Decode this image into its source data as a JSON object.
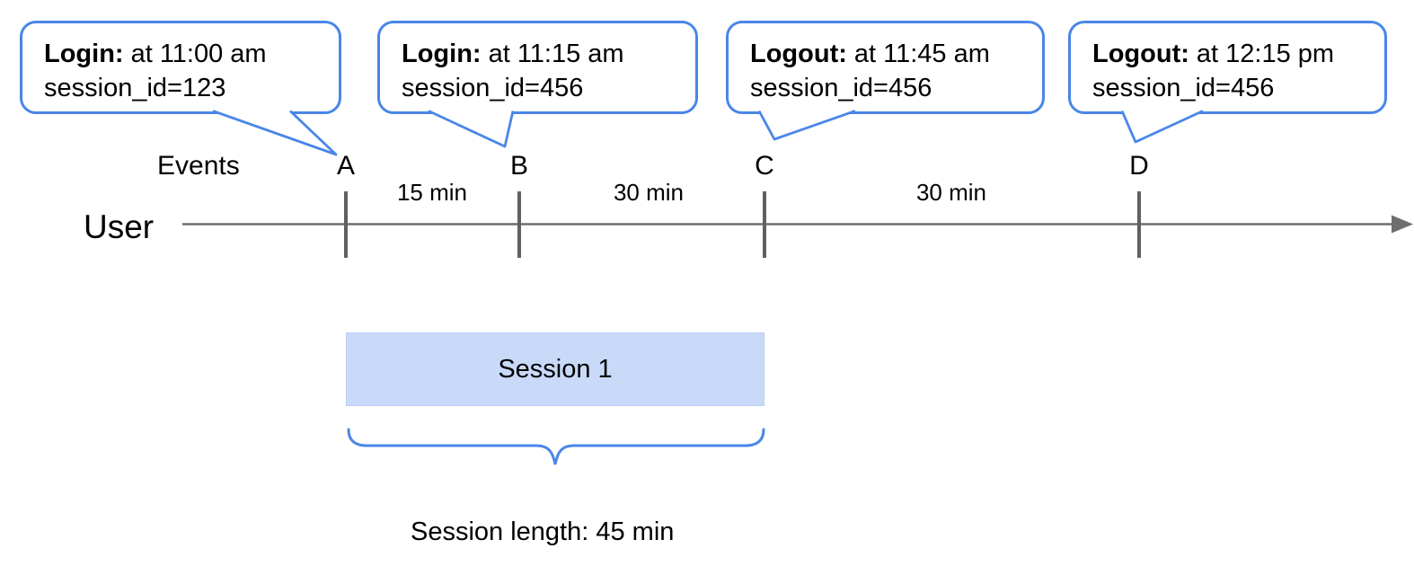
{
  "diagram": {
    "events": [
      {
        "tick": "A",
        "title_bold": "Login:",
        "title_rest": "at 11:00 am",
        "detail": "session_id=123"
      },
      {
        "tick": "B",
        "title_bold": "Login:",
        "title_rest": "at 11:15 am",
        "detail": "session_id=456"
      },
      {
        "tick": "C",
        "title_bold": "Logout:",
        "title_rest": "at 11:45 am",
        "detail": "session_id=456"
      },
      {
        "tick": "D",
        "title_bold": "Logout:",
        "title_rest": "at 12:15 pm",
        "detail": "session_id=456"
      }
    ],
    "timeline": {
      "events_label": "Events",
      "row_label": "User",
      "intervals": [
        "15 min",
        "30 min",
        "30 min"
      ]
    },
    "session": {
      "box_label": "Session 1",
      "length_label": "Session length: 45 min"
    },
    "colors": {
      "accent_blue": "#4a86e8",
      "session_fill": "#c9daf8",
      "line_gray": "#6e6e6e"
    }
  }
}
